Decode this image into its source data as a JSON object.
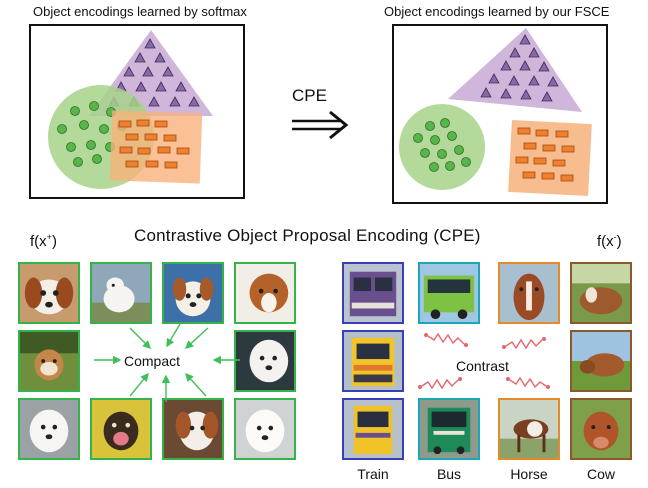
{
  "top": {
    "left_title": "Object encodings learned by softmax",
    "right_title": "Object encodings learned by our FSCE",
    "arrow_label": "CPE"
  },
  "bottom": {
    "title": "Contrastive Object Proposal Encoding (CPE)",
    "f_pos": "f(x",
    "f_pos_sup": "+",
    "f_neg": "f(x",
    "f_neg_sup": "-",
    "f_close": ")",
    "compact_label": "Compact",
    "contrast_label": "Contrast",
    "categories": [
      "Train",
      "Bus",
      "Horse",
      "Cow"
    ]
  },
  "colors": {
    "triangle_fill": "#c9a9d6",
    "circle_fill": "#a7d48a",
    "square_fill": "#f7b27a",
    "compact_arrow": "#3fbf5a",
    "contrast_arrow": "#e8646a",
    "tile_border_green": "#36b24a",
    "train_border": "#3b3fb5",
    "bus_border": "#1ca6b8",
    "horse_border": "#e38a2b",
    "cow_border": "#8a5a2b"
  },
  "icons": {
    "arrow": "double-line-right-arrow",
    "tiles_left": [
      "dog-photo",
      "puppy-photo",
      "dog-photo",
      "dog-photo",
      "bulldog-photo",
      "white-dog-photo",
      "white-dog-photo",
      "dog-photo",
      "dog-photo",
      "white-dog-photo"
    ]
  }
}
